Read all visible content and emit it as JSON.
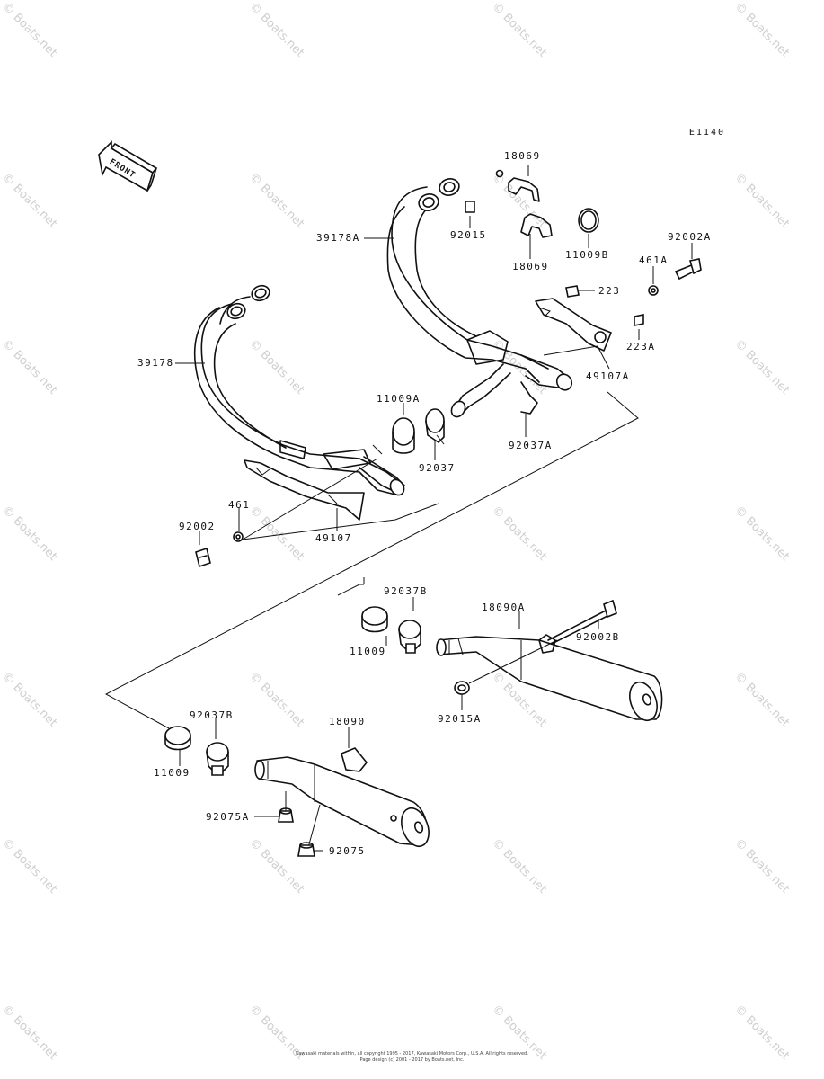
{
  "diagram_code": "E1140",
  "front_label": "FRONT",
  "watermark": "© Boats.net",
  "part_labels": {
    "p18069_top": "18069",
    "p18069_bot": "18069",
    "p92015": "92015",
    "p11009B": "11009B",
    "p92002A": "92002A",
    "p39178A": "39178A",
    "p461A": "461A",
    "p223": "223",
    "p223A": "223A",
    "p49107A": "49107A",
    "p39178": "39178",
    "p11009A": "11009A",
    "p92037": "92037",
    "p92037A": "92037A",
    "p461": "461",
    "p92002": "92002",
    "p49107": "49107",
    "p92037B_r": "92037B",
    "p18090A": "18090A",
    "p11009_r": "11009",
    "p92002B": "92002B",
    "p92015A": "92015A",
    "p92037B_l": "92037B",
    "p18090": "18090",
    "p11009_l": "11009",
    "p92075A": "92075A",
    "p92075": "92075"
  },
  "footer": {
    "line1": "Kawasaki materials within, all copyright 1995 - 2017, Kawasaki Motors Corp., U.S.A. All rights reserved.",
    "line2": "Page design (c) 2001 - 2017 by Boats.net, Inc."
  }
}
